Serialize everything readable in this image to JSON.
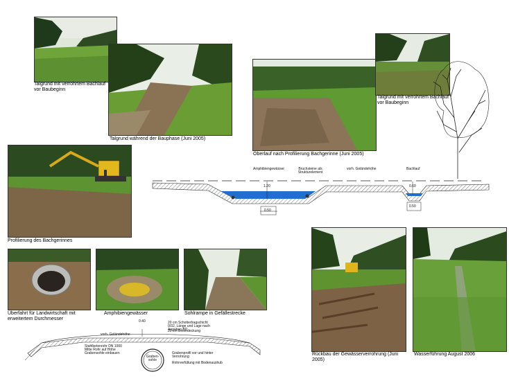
{
  "captions": {
    "talgrund_top": "Talgrund mit verrohrtem Bachlauf vor Baubeginn",
    "bauphase": "Talgrund während der Bauphase (Juni 2005)",
    "oberlauf": "Oberlauf nach Profilierung Bachgerinne (Juni 2005)",
    "talgrund_right": "Talgrund mit verrohrtem Bachlauf vor Baubeginn",
    "profilierung": "Profilierung des Bachgerinnes",
    "ueberfahrt": "Überfahrt für Landwirtschaft mit erweitertem Durchmesser",
    "amphibiengewaesser": "Amphibiengewässer",
    "sohlrampe": "Sohlrampe in Gefällestrecke",
    "rueckbau": "Rückbau der Gewässerverrohrung (Juni 2005)",
    "wasserfuehrung": "Wasserführung August 2006"
  },
  "section_diagram": {
    "label_amphibien": "Amphibiengewässer",
    "label_bruchsteine": "Bruchsteine als Strukturelement",
    "label_gelaende": "vorh. Geländehöhe",
    "label_bachlauf": "Bachlauf",
    "dim_depth_left": "1.20",
    "dim_width_left": "0.50",
    "dim_depth_right": "0.60",
    "dim_width_right": "0.50"
  },
  "culvert_diagram": {
    "label_gelaende": "vorh. Geländehöhe",
    "dim_top": "0.40",
    "label_schotter": "20 cm Schottertragschicht 0/32, Länge und Lage nach Angaben BD",
    "label_beton": "20 cm Betondeckung",
    "label_stahlbeton": "Stahlbetonrohr DN 1000 Mitte Rohr auf Höhe Grabensohle einbauen",
    "label_grabensohle": "Graben-sohle",
    "label_grabenprofil": "Grabenprofil vor und hinter Verrohrung",
    "label_rohr": "Rohrverfüllung mit Bodenaushub"
  },
  "colors": {
    "water": "#1e6fd0",
    "grass": "#4f8c2a",
    "soil": "#7a5a3a"
  }
}
